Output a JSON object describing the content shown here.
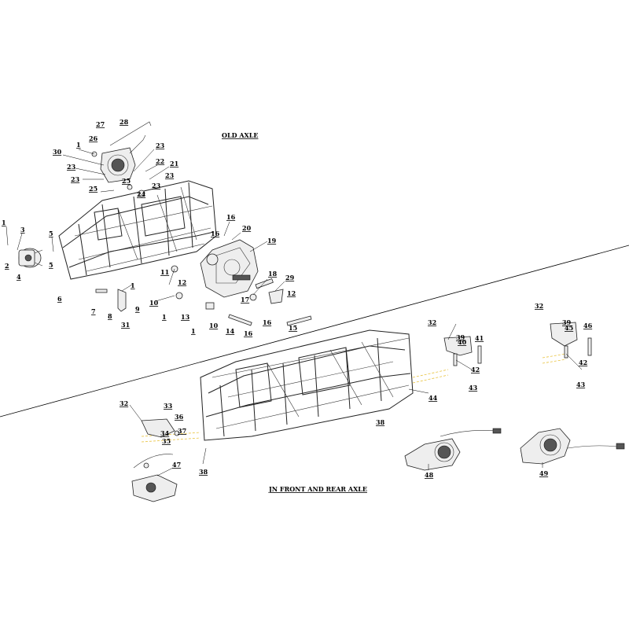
{
  "titles": {
    "old_axle": "OLD AXLE",
    "new_axle": "JN FRONT AND REAR AXLE"
  },
  "callouts": [
    "1",
    "2",
    "3",
    "4",
    "5",
    "5",
    "6",
    "7",
    "8",
    "9",
    "1",
    "31",
    "10",
    "11",
    "12",
    "1",
    "13",
    "10",
    "14",
    "1",
    "16",
    "23",
    "23",
    "23",
    "25",
    "25",
    "24",
    "30",
    "1",
    "26",
    "27",
    "28",
    "23",
    "22",
    "21",
    "23",
    "16",
    "16",
    "20",
    "19",
    "18",
    "17",
    "29",
    "12",
    "16",
    "15",
    "32",
    "39",
    "40",
    "41",
    "42",
    "43",
    "32",
    "39",
    "45",
    "46",
    "42",
    "43",
    "44",
    "38",
    "32",
    "33",
    "36",
    "34",
    "35",
    "37",
    "38",
    "47",
    "48",
    "49"
  ],
  "colors": {
    "line": "#222222",
    "dash_accent": "#e8c23c",
    "background": "#ffffff"
  }
}
